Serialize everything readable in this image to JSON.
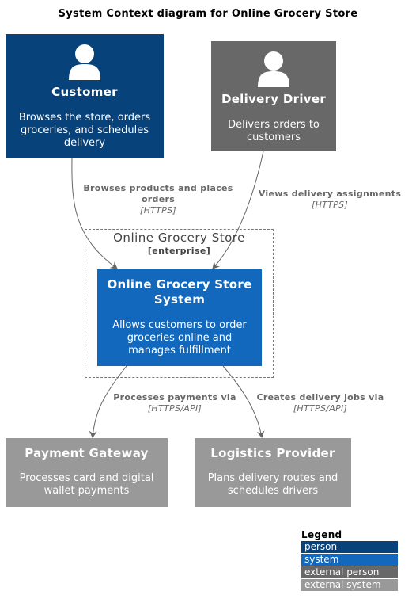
{
  "title": "System Context diagram for Online Grocery Store",
  "colors": {
    "person": "#08427b",
    "system": "#1168bd",
    "external_person": "#686868",
    "external_system": "#999999"
  },
  "nodes": {
    "customer": {
      "name": "Customer",
      "description": "Browses the store, orders groceries, and schedules delivery",
      "icon": "person-icon"
    },
    "driver": {
      "name": "Delivery Driver",
      "description": "Delivers orders to customers",
      "icon": "person-icon"
    },
    "system": {
      "name": "Online Grocery Store System",
      "description": "Allows customers to order groceries online and manages fulfillment"
    },
    "payment": {
      "name": "Payment Gateway",
      "description": "Processes card and digital wallet payments"
    },
    "logistics": {
      "name": "Logistics Provider",
      "description": "Plans delivery routes and schedules drivers"
    }
  },
  "boundary": {
    "name": "Online Grocery Store",
    "type": "[enterprise]"
  },
  "relations": {
    "customer_system": {
      "label": "Browses products and places orders",
      "tech": "[HTTPS]"
    },
    "driver_system": {
      "label": "Views delivery assignments",
      "tech": "[HTTPS]"
    },
    "system_payment": {
      "label": "Processes payments via",
      "tech": "[HTTPS/API]"
    },
    "system_logistics": {
      "label": "Creates delivery jobs via",
      "tech": "[HTTPS/API]"
    }
  },
  "legend": {
    "title": "Legend",
    "items": [
      "person",
      "system",
      "external person",
      "external system"
    ]
  }
}
